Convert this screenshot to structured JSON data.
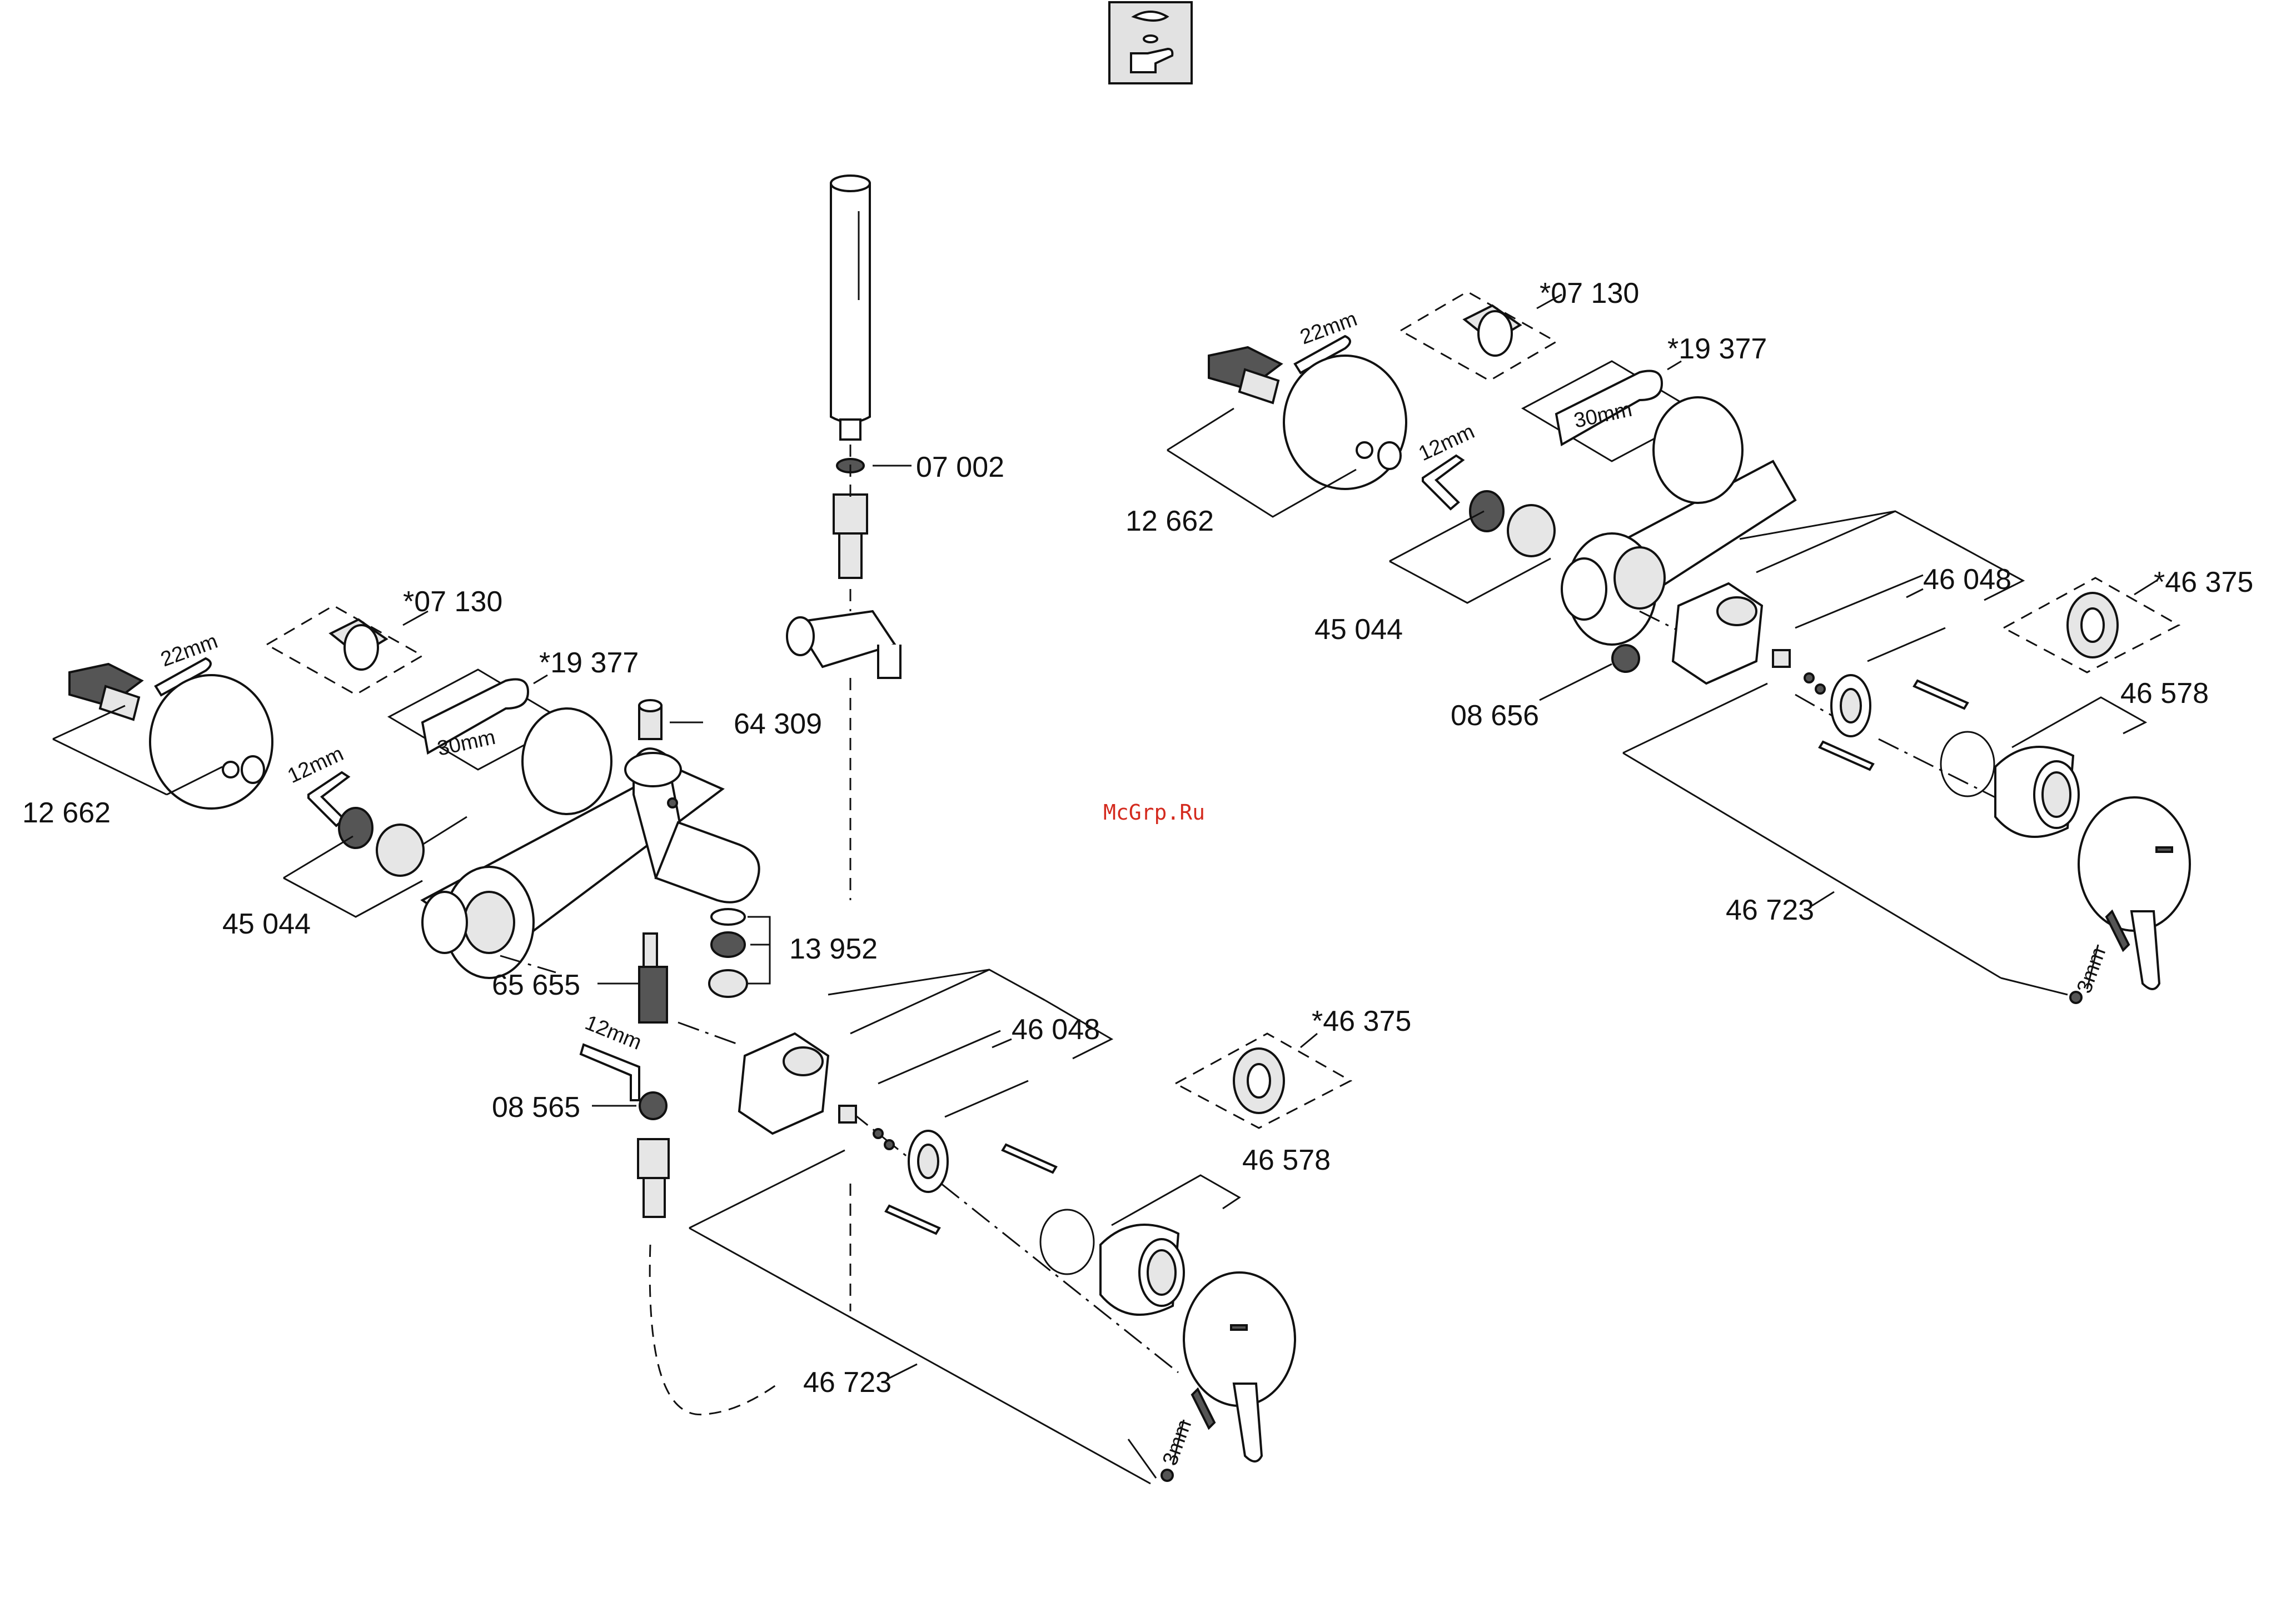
{
  "watermark": "McGrp.Ru",
  "left_assembly": {
    "labels": {
      "p12662": "12 662",
      "p45044": "45 044",
      "p07130": "*07 130",
      "p19377": "*19 377",
      "p64309": "64 309",
      "p07002": "07 002",
      "p13952": "13 952",
      "p65655": "65 655",
      "p08565": "08 565",
      "p46048": "46 048",
      "p46375": "*46 375",
      "p46578": "46 578",
      "p46723": "46 723"
    },
    "dims": {
      "d22mm": "22mm",
      "d12mm": "12mm",
      "d30mm": "30mm",
      "d12mm_b": "12mm",
      "d3mm": "3mm"
    }
  },
  "right_assembly": {
    "labels": {
      "p12662": "12 662",
      "p45044": "45 044",
      "p07130": "*07 130",
      "p19377": "*19 377",
      "p08656": "08 656",
      "p46048": "46 048",
      "p46375": "*46 375",
      "p46578": "46 578",
      "p46723": "46 723"
    },
    "dims": {
      "d22mm": "22mm",
      "d12mm": "12mm",
      "d30mm": "30mm",
      "d3mm": "3mm"
    }
  },
  "icons": [
    "tap-type-icon"
  ]
}
